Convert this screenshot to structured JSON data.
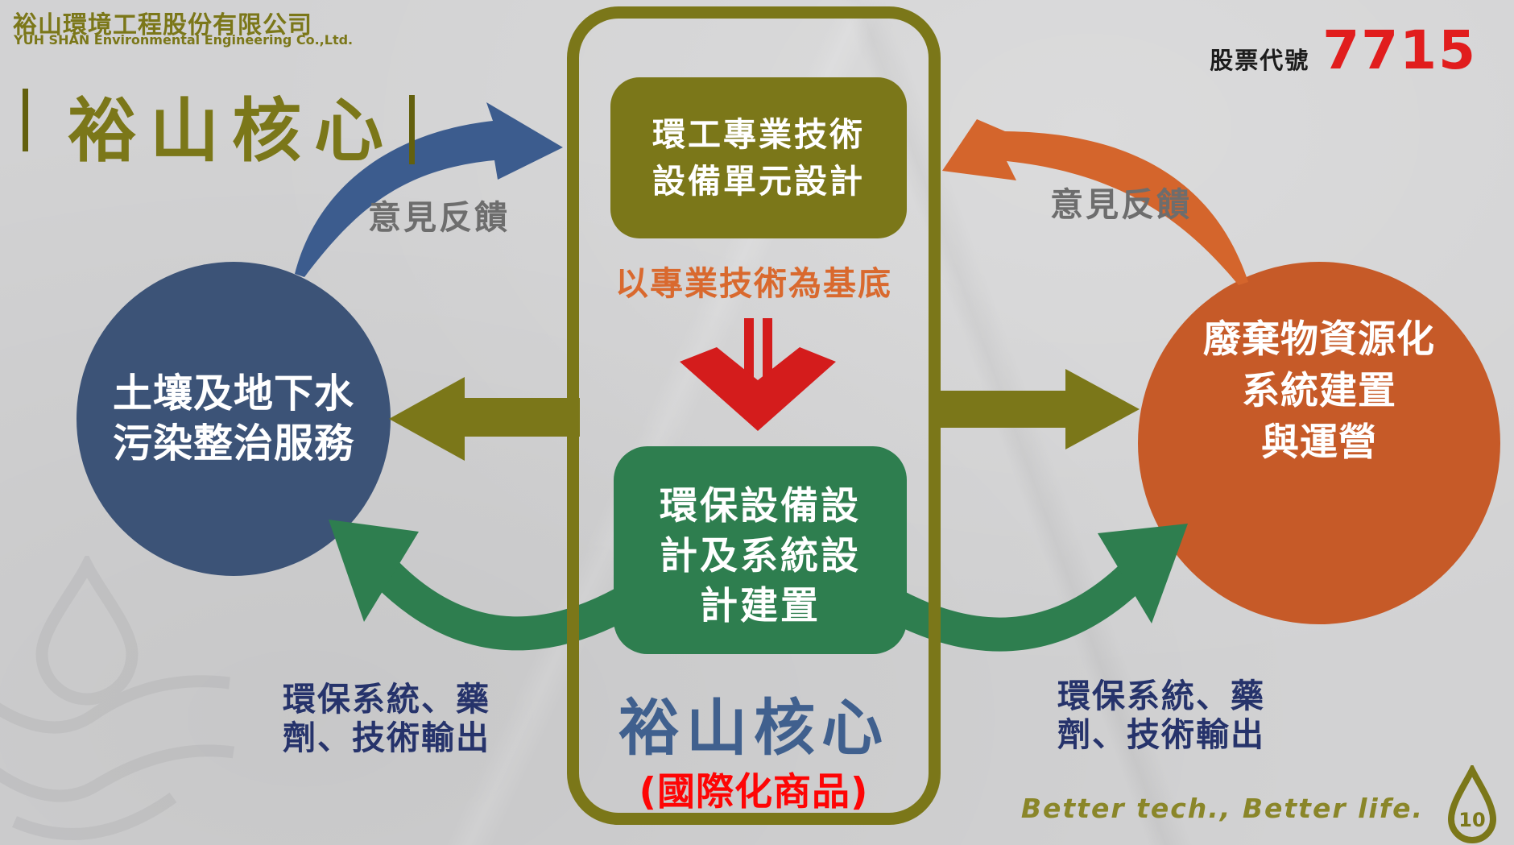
{
  "header": {
    "logo_zh": "裕山環境工程股份有限公司",
    "logo_en": "YUH SHAN Environmental Engineering Co.,Ltd.",
    "stock_label": "股票代號",
    "stock_code": "7715"
  },
  "page_title": "裕山核心",
  "diagram": {
    "top_box": {
      "line1": "環工專業技術",
      "line2": "設備單元設計"
    },
    "basis_text": "以專業技術為基底",
    "green_box": {
      "line1": "環保設備設",
      "line2": "計及系統設",
      "line3": "計建置"
    },
    "core_title": "裕山核心",
    "core_subtitle": "(國際化商品)",
    "left_circle": {
      "line1": "土壤及地下水",
      "line2": "污染整治服務"
    },
    "right_circle": {
      "line1": "廢棄物資源化",
      "line2": "系統建置",
      "line3": "與運營"
    },
    "feedback_left": "意見反饋",
    "feedback_right": "意見反饋",
    "output_left": {
      "line1": "環保系統、藥",
      "line2": "劑、技術輸出"
    },
    "output_right": {
      "line1": "環保系統、藥",
      "line2": "劑、技術輸出"
    }
  },
  "footer": {
    "slogan": "Better tech., Better life.",
    "page_number": "10"
  },
  "colors": {
    "background": "#d2d2d3",
    "olive": "#7b7719",
    "blue_circle": "#3c5377",
    "blue_arrow": "#3c5c8e",
    "orange_circle": "#c65a28",
    "orange_arrow": "#d4652c",
    "green": "#2e7e4f",
    "red_arrow": "#d41c1c",
    "bright_red": "#fe0505",
    "navy_text": "#26336b",
    "slate_text": "#40608e",
    "gray_label": "#6d6d6d",
    "stock_red": "#e11d1d"
  }
}
